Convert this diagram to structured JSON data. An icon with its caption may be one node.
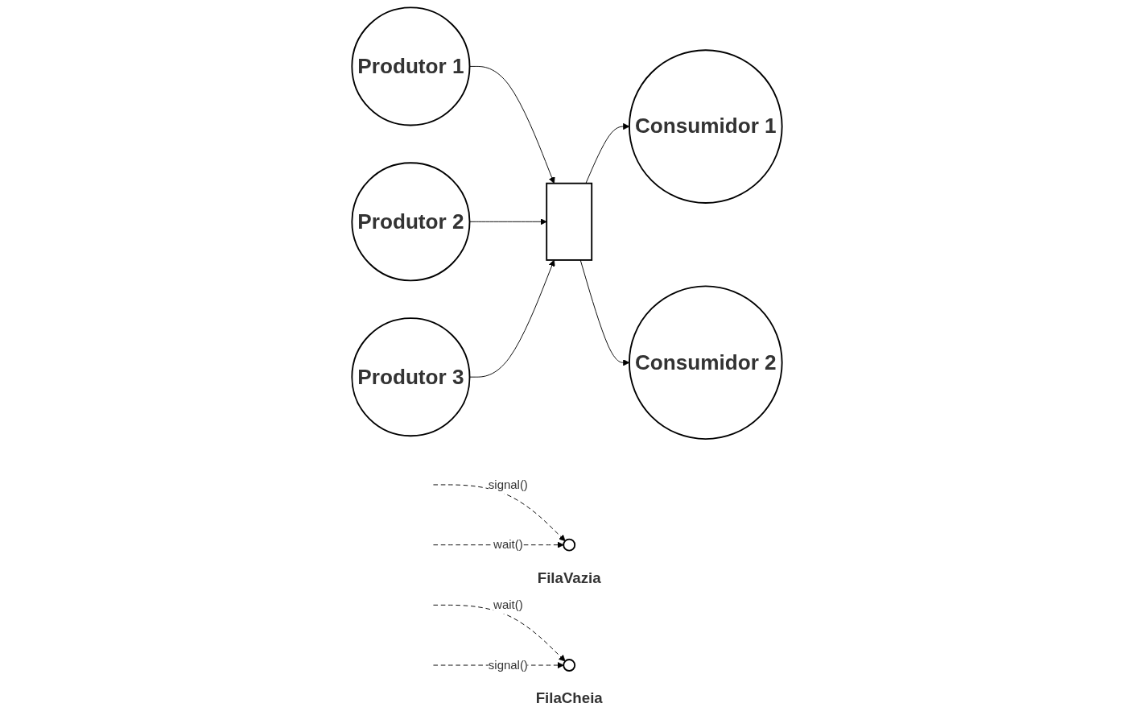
{
  "diagram": {
    "nodes": [
      {
        "text": [
          "Produtor 1"
        ]
      },
      {
        "text": [
          "Produtor 2"
        ]
      },
      {
        "text": [
          "Produtor 3"
        ]
      },
      {
        "text": [],
        "shape": "box"
      },
      {
        "text": [
          "Consumidor 1"
        ]
      },
      {
        "text": [
          "Consumidor 2"
        ]
      },
      {
        "text": [],
        "shape": "circle",
        "beside": [
          "FilaVazia"
        ]
      },
      {
        "text": [],
        "shape": "circle",
        "beside": [
          "FilaCheia"
        ]
      }
    ],
    "edges": [
      {
        "from": 0,
        "to": 3,
        "arrow": "to"
      },
      {
        "from": 1,
        "to": 3,
        "arrow": "to"
      },
      {
        "from": 2,
        "to": 3,
        "arrow": "to"
      },
      {
        "from": 3,
        "to": 4,
        "arrow": "to"
      },
      {
        "from": 3,
        "to": 5,
        "arrow": "to"
      },
      {
        "from": null,
        "to": 6,
        "arrow": "to",
        "style": "dashed",
        "label": "signal()"
      },
      {
        "from": null,
        "to": 6,
        "arrow": "to",
        "style": "dashed",
        "label": "wait()"
      },
      {
        "from": null,
        "to": 7,
        "arrow": "to",
        "style": "dashed",
        "label": "wait()"
      },
      {
        "from": null,
        "to": 7,
        "arrow": "to",
        "style": "dashed",
        "label": "signal()"
      }
    ]
  }
}
